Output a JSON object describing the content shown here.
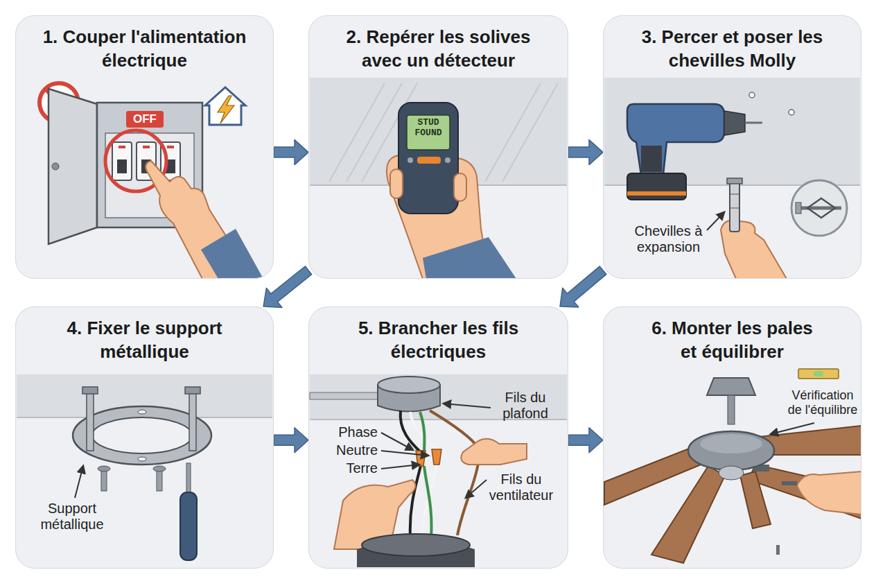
{
  "diagram": {
    "nodes": [
      {
        "text": [
          "1. Couper l'alimentation électrique"
        ]
      },
      {
        "text": [
          "2. Repérer les solives avec un détecteur"
        ]
      },
      {
        "text": [
          "3. Percer et poser les chevilles Molly"
        ]
      },
      {
        "text": [
          "4. Fixer le support métallique"
        ]
      },
      {
        "text": [
          "5. Brancher les fils électriques"
        ]
      },
      {
        "text": [
          "6. Monter les pales et équilibrer"
        ]
      }
    ],
    "edges": [
      {
        "from": 0,
        "to": 1,
        "arrow": "to"
      },
      {
        "from": 1,
        "to": 2,
        "arrow": "to"
      },
      {
        "from": 1,
        "to": 3,
        "arrow": "to"
      },
      {
        "from": 2,
        "to": 4,
        "arrow": "to"
      },
      {
        "from": 3,
        "to": 4,
        "arrow": "to"
      },
      {
        "from": 4,
        "to": 5,
        "arrow": "to"
      }
    ],
    "labels": [
      "OFF",
      "STUD FOUND",
      "Chevilles à expansion",
      "Support métallique",
      "Phase",
      "Neutre",
      "Terre",
      "Fils du plafond",
      "Fils du ventilateur",
      "Vérification de l'équilibre"
    ]
  }
}
